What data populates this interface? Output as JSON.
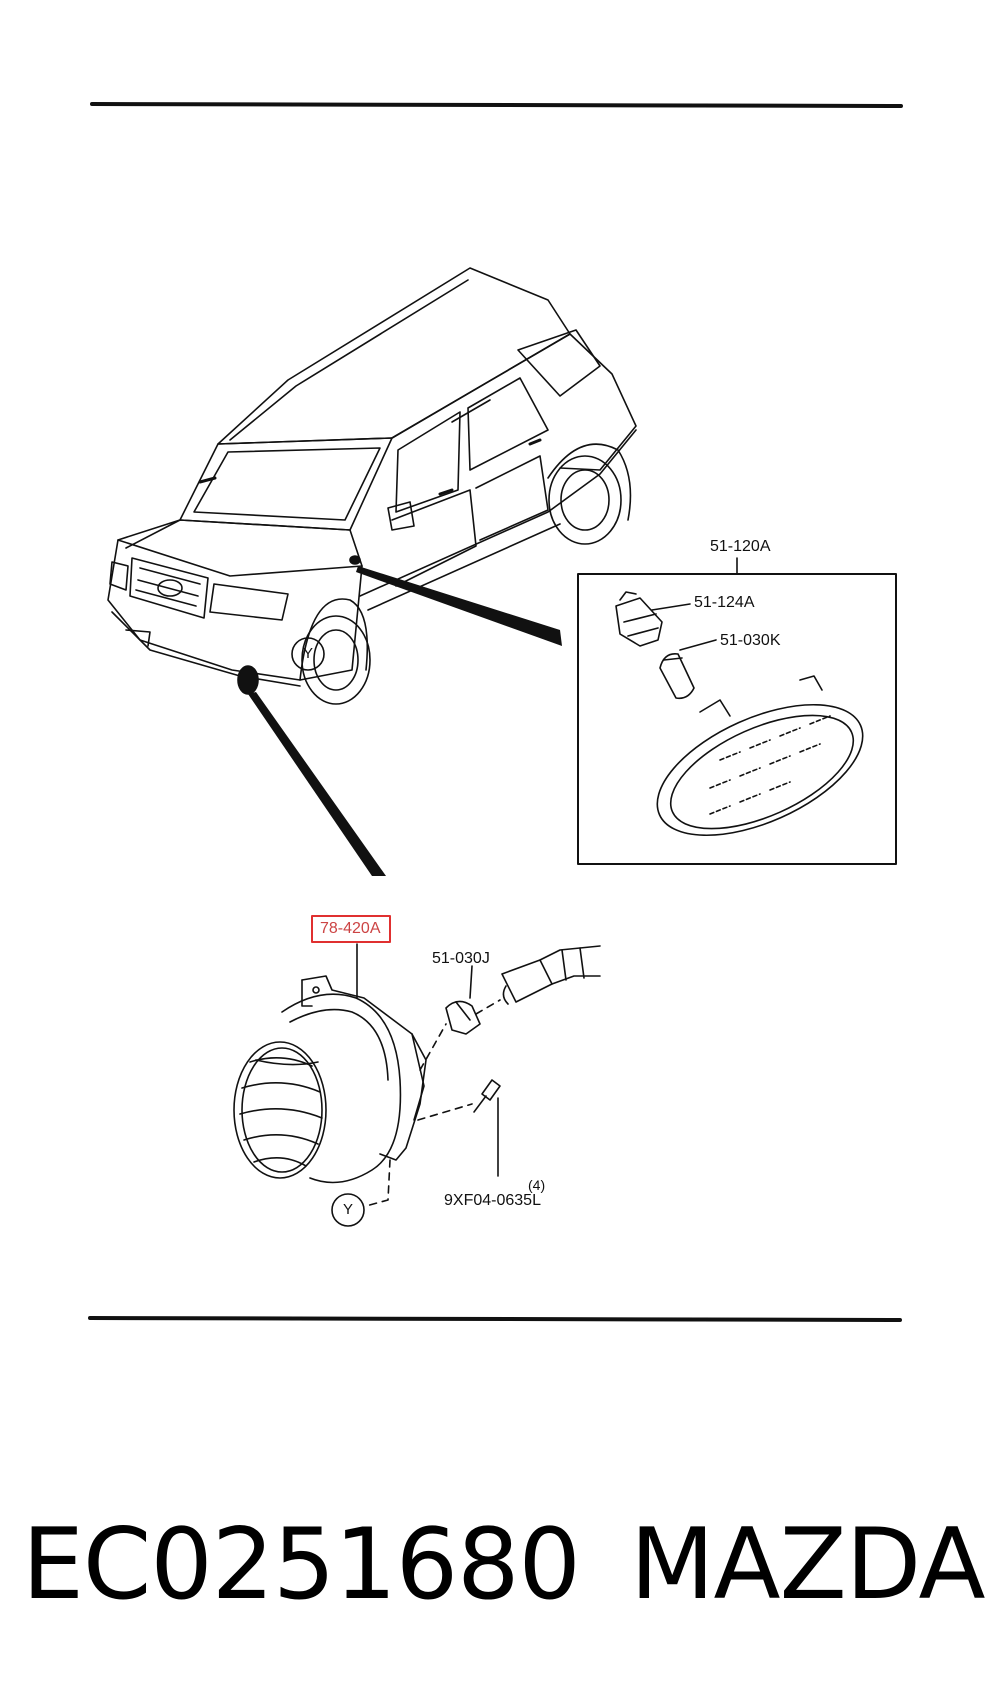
{
  "labels": {
    "side_marker_assembly": "51-120A",
    "side_marker_socket": "51-124A",
    "side_marker_bulb": "51-030K",
    "fog_lamp_assembly": "78-420A",
    "fog_lamp_bulb": "51-030J",
    "screw_part": "9XF04-0635L",
    "screw_quantity": "(4)",
    "callout_car": "Y",
    "callout_lamp": "Y"
  },
  "footer": {
    "part_number": "EC0251680",
    "brand": "MAZDA"
  },
  "colors": {
    "line": "#111111",
    "highlight": "#e03030"
  }
}
